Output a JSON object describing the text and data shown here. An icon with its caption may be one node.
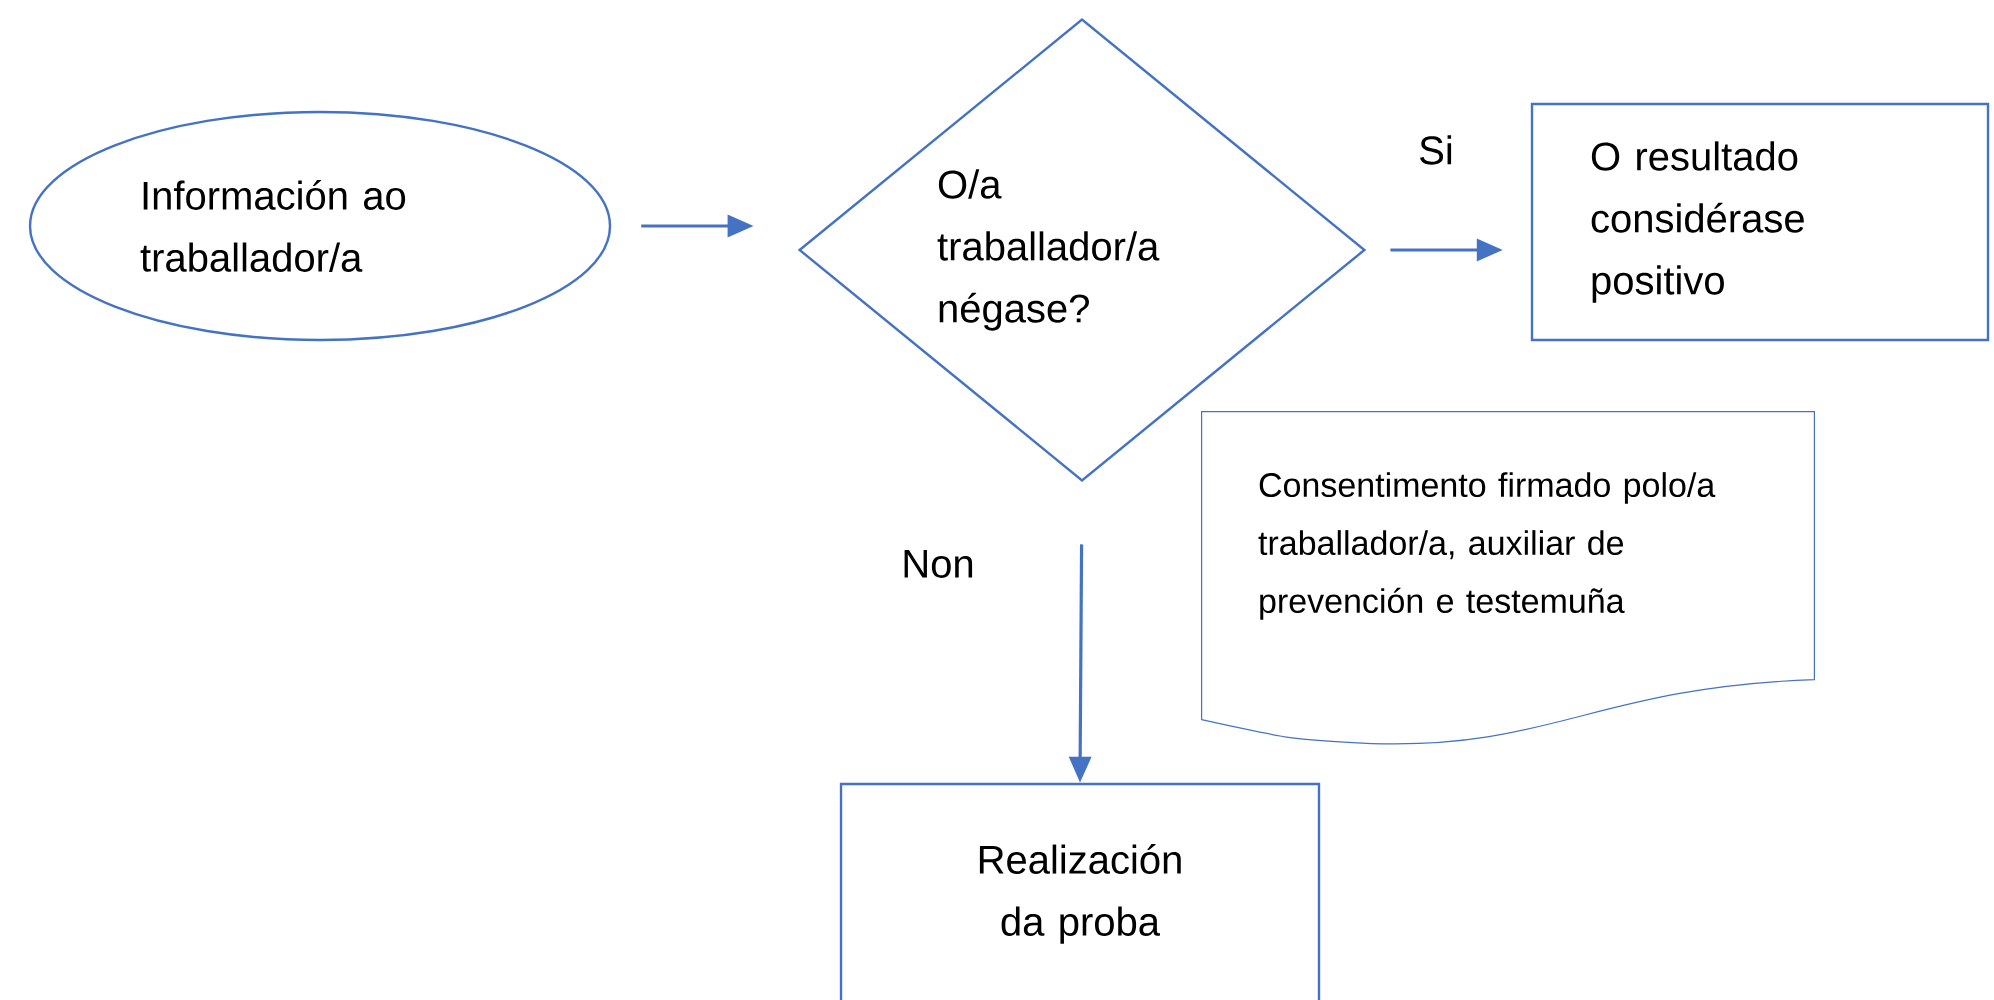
{
  "diagram": {
    "nodes": [
      {
        "text": [
          "Información ao traballador/a"
        ]
      },
      {
        "text": [
          "O/a traballador/a négase?"
        ]
      },
      {
        "text": [
          "O resultado considérase positivo"
        ]
      },
      {
        "text": [
          "Consentimento firmado polo/a traballador/a, auxiliar de prevención e testemuña"
        ]
      },
      {
        "text": [
          "Realización da proba"
        ]
      }
    ],
    "edges": [
      {
        "from": 0,
        "to": 1,
        "arrow": "to"
      },
      {
        "from": 1,
        "to": 2,
        "arrow": "to",
        "label": "Si"
      },
      {
        "from": 1,
        "to": 4,
        "arrow": "to",
        "label": "Non"
      }
    ]
  }
}
